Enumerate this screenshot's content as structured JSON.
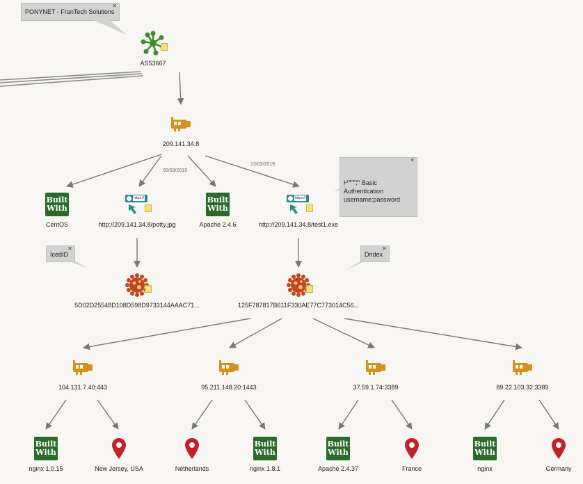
{
  "nodes": [
    {
      "id": "as",
      "label": "AS53667",
      "icon": "network-hub-icon"
    },
    {
      "id": "ip1",
      "label": "209.141.34.8",
      "icon": "network-card-icon"
    },
    {
      "id": "bw1",
      "label": "CentOS",
      "icon": "builtwith-icon"
    },
    {
      "id": "url1",
      "label": "http://209.141.34.8/potty.jpg",
      "icon": "url-link-icon"
    },
    {
      "id": "bw2",
      "label": "Apache 2.4.6",
      "icon": "builtwith-icon"
    },
    {
      "id": "url2",
      "label": "http://209.141.34.8/test1.exe",
      "icon": "url-link-icon"
    },
    {
      "id": "mal1",
      "label": "5D02D25548D108D598D9733144AAAC71...",
      "icon": "malware-virus-icon"
    },
    {
      "id": "mal2",
      "label": "125F787817B611F330AE77C773014C56...",
      "icon": "malware-virus-icon"
    },
    {
      "id": "ip2",
      "label": "104.131.7.40:443",
      "icon": "network-card-icon"
    },
    {
      "id": "ip3",
      "label": "95.211.148.20:1443",
      "icon": "network-card-icon"
    },
    {
      "id": "ip4",
      "label": "37.59.1.74:3389",
      "icon": "network-card-icon"
    },
    {
      "id": "ip5",
      "label": "89.22.103.32:3389",
      "icon": "network-card-icon"
    },
    {
      "id": "bw3",
      "label": "nginx 1.0.15",
      "icon": "builtwith-icon"
    },
    {
      "id": "loc1",
      "label": "New Jersey, USA",
      "icon": "location-pin-icon"
    },
    {
      "id": "loc2",
      "label": "Netherlands",
      "icon": "location-pin-icon"
    },
    {
      "id": "bw4",
      "label": "nginx 1.8.1",
      "icon": "builtwith-icon"
    },
    {
      "id": "bw5",
      "label": "Apache 2.4.37",
      "icon": "builtwith-icon"
    },
    {
      "id": "loc3",
      "label": "France",
      "icon": "location-pin-icon"
    },
    {
      "id": "bw6",
      "label": "nginx",
      "icon": "builtwith-icon"
    },
    {
      "id": "loc4",
      "label": "Germany",
      "icon": "location-pin-icon"
    }
  ],
  "edge_labels": [
    "05/03/2019",
    "13/03/2019"
  ],
  "notes": [
    {
      "text": "PONYNET - FranTech Solutions"
    },
    {
      "text": "HTTP Basic Authentication\nusername:password"
    },
    {
      "text": "IcedID"
    },
    {
      "text": "Dridex"
    }
  ],
  "close_glyph": "✕",
  "builtwith": {
    "line1": "Built",
    "line2": "With"
  },
  "url_badge": "https://",
  "colors": {
    "card": "#d8901c",
    "hub": "#3f8a2e",
    "builtwith": "#2a6a2a",
    "url": "#2b8b8b",
    "virus": "#c0461c",
    "pin": "#c0222b",
    "edge": "#777777",
    "note": "#d2d2d2"
  }
}
